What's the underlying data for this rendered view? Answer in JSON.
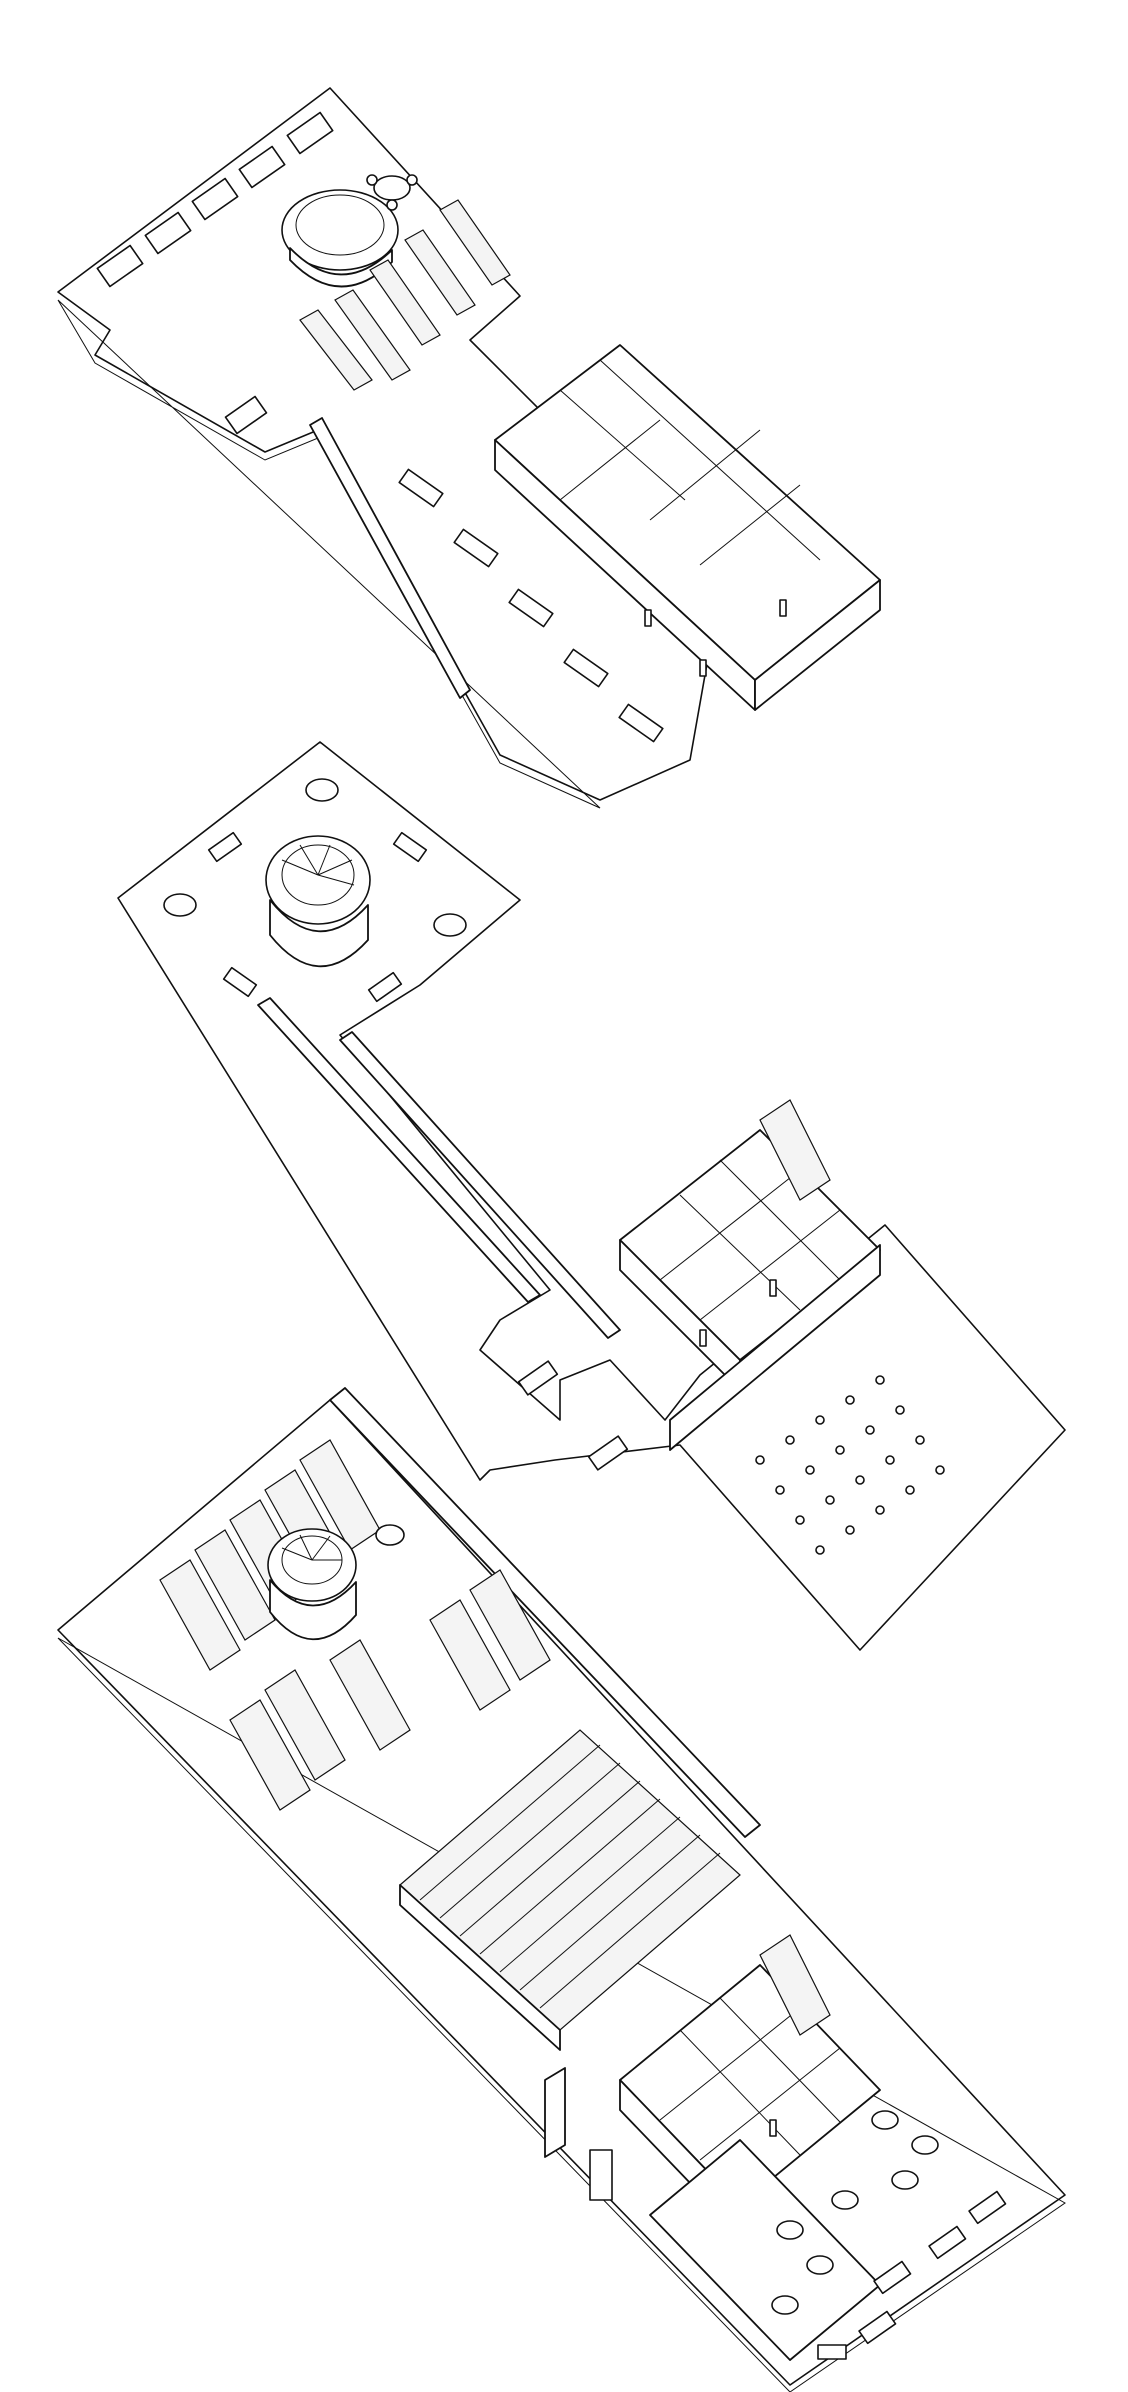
{
  "drawing": {
    "kind": "exploded-axonometric-floor-plans",
    "levels": [
      {
        "id": "upper-floor",
        "features": [
          "lounge-sofas",
          "bookshelves",
          "round-tables",
          "curved-stair-core",
          "desk-row-corridor",
          "office-rooms"
        ]
      },
      {
        "id": "middle-floor",
        "features": [
          "spiral-stair",
          "round-tables",
          "corridor-bridge",
          "restroom-core",
          "auditorium-seating"
        ]
      },
      {
        "id": "ground-floor",
        "features": [
          "bookshelf-stacks",
          "spiral-stair",
          "grand-stair",
          "restroom-core",
          "cafe-tables",
          "sofas"
        ]
      }
    ],
    "colors": {
      "line": "#111111",
      "background": "#ffffff"
    }
  }
}
